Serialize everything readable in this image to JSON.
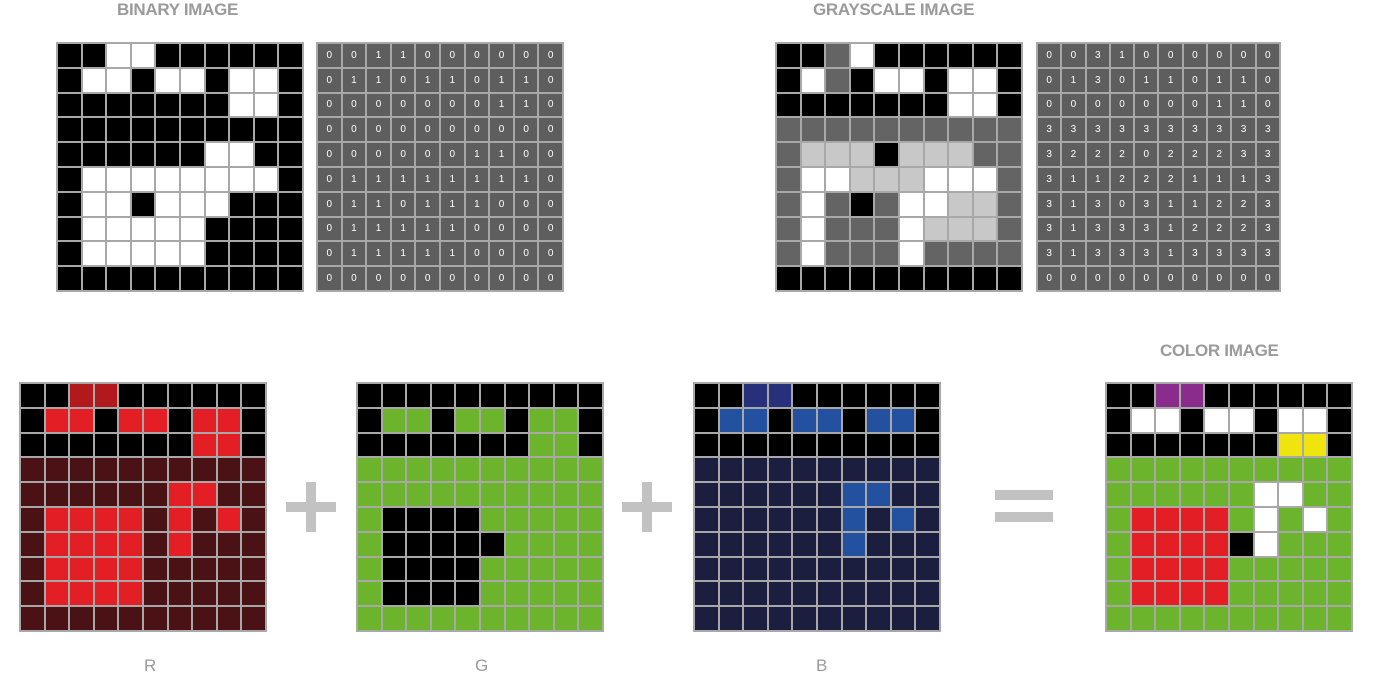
{
  "titles": {
    "binary": "BINARY IMAGE",
    "grayscale": "GRAYSCALE IMAGE",
    "color": "COLOR IMAGE"
  },
  "channel_labels": {
    "r": "R",
    "g": "G",
    "b": "B"
  },
  "operators": {
    "plus": "+",
    "equals": "="
  },
  "binary_matrix": [
    [
      0,
      0,
      1,
      1,
      0,
      0,
      0,
      0,
      0,
      0
    ],
    [
      0,
      1,
      1,
      0,
      1,
      1,
      0,
      1,
      1,
      0
    ],
    [
      0,
      0,
      0,
      0,
      0,
      0,
      0,
      1,
      1,
      0
    ],
    [
      0,
      0,
      0,
      0,
      0,
      0,
      0,
      0,
      0,
      0
    ],
    [
      0,
      0,
      0,
      0,
      0,
      0,
      1,
      1,
      0,
      0
    ],
    [
      0,
      1,
      1,
      1,
      1,
      1,
      1,
      1,
      1,
      0
    ],
    [
      0,
      1,
      1,
      0,
      1,
      1,
      1,
      0,
      0,
      0
    ],
    [
      0,
      1,
      1,
      1,
      1,
      1,
      0,
      0,
      0,
      0
    ],
    [
      0,
      1,
      1,
      1,
      1,
      1,
      0,
      0,
      0,
      0
    ],
    [
      0,
      0,
      0,
      0,
      0,
      0,
      0,
      0,
      0,
      0
    ]
  ],
  "grayscale_matrix": [
    [
      0,
      0,
      3,
      1,
      0,
      0,
      0,
      0,
      0,
      0
    ],
    [
      0,
      1,
      3,
      0,
      1,
      1,
      0,
      1,
      1,
      0
    ],
    [
      0,
      0,
      0,
      0,
      0,
      0,
      0,
      1,
      1,
      0
    ],
    [
      3,
      3,
      3,
      3,
      3,
      3,
      3,
      3,
      3,
      3
    ],
    [
      3,
      2,
      2,
      2,
      0,
      2,
      2,
      2,
      3,
      3
    ],
    [
      3,
      1,
      1,
      2,
      2,
      2,
      1,
      1,
      1,
      3
    ],
    [
      3,
      1,
      3,
      0,
      3,
      1,
      1,
      2,
      2,
      3
    ],
    [
      3,
      1,
      3,
      3,
      3,
      1,
      2,
      2,
      2,
      3
    ],
    [
      3,
      1,
      3,
      3,
      3,
      1,
      3,
      3,
      3,
      3
    ],
    [
      0,
      0,
      0,
      0,
      0,
      0,
      0,
      0,
      0,
      0
    ]
  ],
  "gray_levels": [
    "#000000",
    "#ffffff",
    "#c8c8c8",
    "#646464"
  ],
  "color_matrix": [
    [
      "K",
      "K",
      "P",
      "P",
      "K",
      "K",
      "K",
      "K",
      "K",
      "K"
    ],
    [
      "K",
      "W",
      "W",
      "K",
      "W",
      "W",
      "K",
      "W",
      "W",
      "K"
    ],
    [
      "K",
      "K",
      "K",
      "K",
      "K",
      "K",
      "K",
      "Y",
      "Y",
      "K"
    ],
    [
      "G",
      "G",
      "G",
      "G",
      "G",
      "G",
      "G",
      "G",
      "G",
      "G"
    ],
    [
      "G",
      "G",
      "G",
      "G",
      "G",
      "G",
      "W",
      "W",
      "G",
      "G"
    ],
    [
      "G",
      "R",
      "R",
      "R",
      "R",
      "G",
      "W",
      "G",
      "W",
      "G"
    ],
    [
      "G",
      "R",
      "R",
      "R",
      "R",
      "K",
      "W",
      "G",
      "G",
      "G"
    ],
    [
      "G",
      "R",
      "R",
      "R",
      "R",
      "G",
      "G",
      "G",
      "G",
      "G"
    ],
    [
      "G",
      "R",
      "R",
      "R",
      "R",
      "G",
      "G",
      "G",
      "G",
      "G"
    ],
    [
      "G",
      "G",
      "G",
      "G",
      "G",
      "G",
      "G",
      "G",
      "G",
      "G"
    ]
  ],
  "palette": {
    "K": [
      0,
      0,
      0
    ],
    "W": [
      1,
      1,
      1
    ],
    "P": [
      1,
      0,
      1
    ],
    "Y": [
      1,
      1,
      0
    ],
    "G": [
      0,
      1,
      0
    ],
    "R": [
      1,
      0,
      0
    ]
  },
  "colors": {
    "color_image": {
      "K": "#000000",
      "W": "#ffffff",
      "P": "#8a2c8c",
      "Y": "#f0e40f",
      "G": "#6cb42c",
      "R": "#e31e24"
    },
    "r_on": "#e31e24",
    "r_off": "#4a1214",
    "r_top": "#b2191c",
    "g_on": "#6cb42c",
    "b_on": "#2450a0",
    "b_off": "#1c1e40",
    "b_top": "#28307c",
    "grid_line": "#a8a8a8",
    "text_gray": "#9a9a9a"
  }
}
